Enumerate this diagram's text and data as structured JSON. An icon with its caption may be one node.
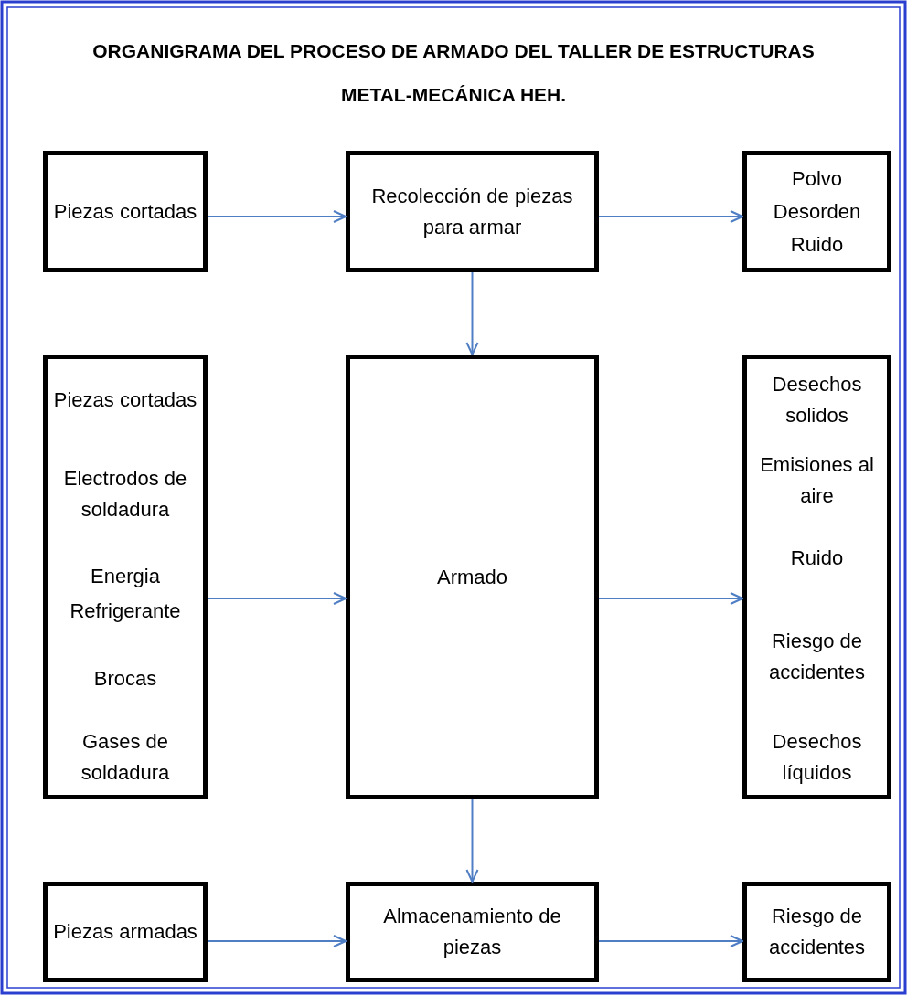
{
  "diagram": {
    "title": "ORGANIGRAMA DEL PROCESO DE ARMADO DEL TALLER DE ESTRUCTURAS METAL-MECÁNICA HEH.",
    "nodes": [
      {
        "text": [
          "Piezas cortadas"
        ]
      },
      {
        "text": [
          "Recolección de piezas para armar"
        ]
      },
      {
        "text": [
          "Polvo",
          "Desorden",
          "Ruido"
        ]
      },
      {
        "text": [
          "Piezas cortadas",
          "Electrodos de soldadura",
          "Energia",
          "Refrigerante",
          "Brocas",
          "Gases de soldadura"
        ]
      },
      {
        "text": [
          "Armado"
        ]
      },
      {
        "text": [
          "Desechos solidos",
          "Emisiones al aire",
          "Ruido",
          "Riesgo de accidentes",
          "Desechos líquidos"
        ]
      },
      {
        "text": [
          "Piezas armadas"
        ]
      },
      {
        "text": [
          "Almacenamiento de piezas"
        ]
      },
      {
        "text": [
          "Riesgo de accidentes"
        ]
      }
    ],
    "edges": [
      {
        "from": 0,
        "to": 1,
        "arrow": "to"
      },
      {
        "from": 1,
        "to": 2,
        "arrow": "to"
      },
      {
        "from": 1,
        "to": 4,
        "arrow": "to"
      },
      {
        "from": 3,
        "to": 4,
        "arrow": "to"
      },
      {
        "from": 4,
        "to": 5,
        "arrow": "to"
      },
      {
        "from": 4,
        "to": 7,
        "arrow": "to"
      },
      {
        "from": 6,
        "to": 7,
        "arrow": "to"
      },
      {
        "from": 7,
        "to": 8,
        "arrow": "to"
      }
    ]
  }
}
